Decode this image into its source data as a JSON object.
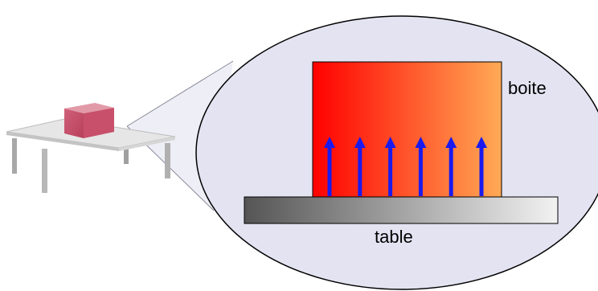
{
  "labels": {
    "box": "boite",
    "table": "table"
  },
  "colors": {
    "bubble_fill": "#e3e3f2",
    "bubble_stroke": "#000000",
    "box_gradient_start": "#ff0000",
    "box_gradient_end": "#ffaa55",
    "table_gradient_start": "#555555",
    "table_gradient_end": "#f2f2f2",
    "force_arrow": "#1a1aee",
    "small_box": "#c8506a",
    "small_table_top": "#e6e6e6"
  },
  "force_arrows": {
    "count": 6,
    "direction": "up",
    "icon": "upward-force-arrow-icon"
  }
}
